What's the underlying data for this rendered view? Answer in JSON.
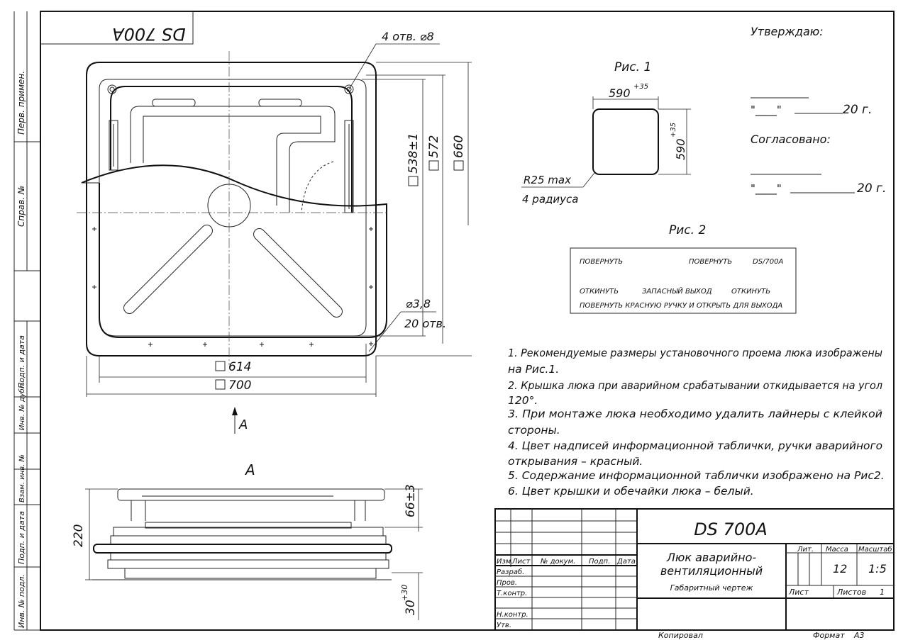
{
  "stamp_mirrored": "DS 700A",
  "side_labels": [
    "Перв. примен.",
    "Справ. №",
    "Подп. и дата",
    "Инв. № дубл.",
    "Взам. инв. №",
    "Подп. и дата",
    "Инв. № подл."
  ],
  "callouts": {
    "holes4": "4 отв. ⌀8",
    "holes20_d": "⌀3,8",
    "holes20_n": "20 отв.",
    "dim_614": "614",
    "dim_700": "700",
    "dim_538": "538±1",
    "dim_572": "572",
    "dim_660": "660",
    "view_arrow": "A",
    "view_title": "A",
    "dim_220": "220",
    "dim_66": "66±3",
    "dim_30": "30",
    "dim_30_tol": "+30"
  },
  "fig1": {
    "title": "Рис. 1",
    "width": "590",
    "width_tol": "+35",
    "height": "590",
    "height_tol": "+35",
    "radius": "R25 max",
    "radius_note": "4 радиуса"
  },
  "fig2": {
    "title": "Рис. 2",
    "r1_left": "ПОВЕРНУТЬ",
    "r1_mid": "ПОВЕРНУТЬ",
    "r1_right": "DS/700A",
    "r2_left": "ОТКИНУТЬ",
    "r2_mid": "ЗАПАСНЫЙ ВЫХОД",
    "r2_right": "ОТКИНУТЬ",
    "r3": "ПОВЕРНУТЬ КРАСНУЮ РУЧКУ И ОТКРЫТЬ ДЛЯ ВЫХОДА"
  },
  "approval": {
    "approve": "Утверждаю:",
    "agree": "Согласовано:",
    "date_line1_q": "\"____\"",
    "date_line1_y": "20  г.",
    "date_line2_q": "\"____\"",
    "date_line2_y": "20  г."
  },
  "notes": [
    "1. Рекомендуемые размеры установочного проема люка изображены",
    "на Рис.1.",
    "2. Крышка люка при аварийном срабатывании откидывается на угол",
    "120°.",
    "3. При монтаже люка необходимо удалить лайнеры с клейкой",
    "стороны.",
    "4. Цвет надписей информационной таблички, ручки аварийного",
    "открывания – красный.",
    "5. Содержание информационной таблички изображено на Рис2.",
    "6. Цвет крышки и обечайки люка – белый."
  ],
  "title_block": {
    "designation": "DS 700A",
    "name_line1": "Люк аварийно-",
    "name_line2": "вентиляционный",
    "doc_type": "Габаритный чертеж",
    "hdr_izm": "Изм.",
    "hdr_list": "Лист",
    "hdr_ndoc": "№ докум.",
    "hdr_podp": "Подп.",
    "hdr_data": "Дата",
    "razrab": "Разраб.",
    "prov": "Пров.",
    "tkontr": "Т.контр.",
    "nkontr": "Н.контр.",
    "utv": "Утв.",
    "lit": "Лит.",
    "massa": "Масса",
    "masshtab": "Масштаб",
    "massa_val": "12",
    "masshtab_val": "1:5",
    "list": "Лист",
    "listov": "Листов",
    "listov_val": "1"
  },
  "footer": {
    "copied": "Копировал",
    "format_label": "Формат",
    "format_val": "А3"
  }
}
